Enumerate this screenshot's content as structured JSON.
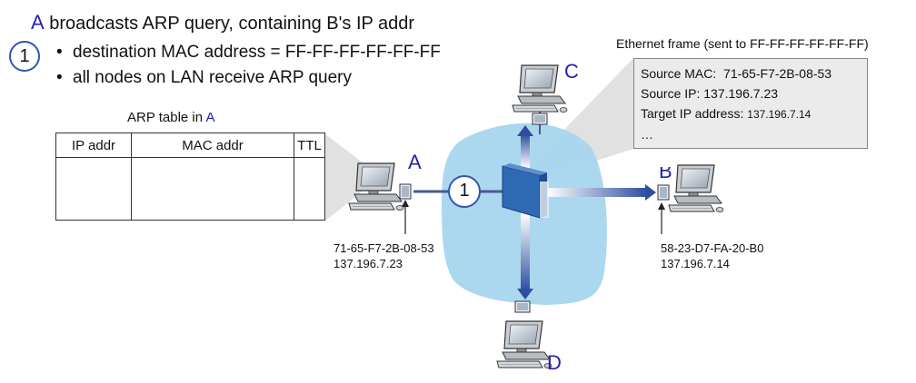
{
  "title": {
    "node_name": "A",
    "text": "broadcasts ARP query, containing B's IP addr"
  },
  "step_number": "1",
  "bullets": [
    "destination MAC address = FF-FF-FF-FF-FF-FF",
    "all nodes on LAN receive ARP query"
  ],
  "bullet_symbol": "•",
  "arp_table": {
    "caption_prefix": "ARP table in",
    "caption_node": "A",
    "headers": [
      "IP addr",
      "MAC addr",
      "TTL"
    ]
  },
  "frame": {
    "caption": "Ethernet frame (sent to FF-FF-FF-FF-FF-FF)",
    "source_mac_label": "Source MAC:",
    "source_mac": "71-65-F7-2B-08-53",
    "source_ip_label": "Source IP:",
    "source_ip": "137.196.7.23",
    "target_ip_label": "Target IP address:",
    "target_ip": "137.196.7.14",
    "ellipsis": "…"
  },
  "nodes": {
    "A": {
      "label": "A",
      "mac": "71-65-F7-2B-08-53",
      "ip": "137.196.7.23"
    },
    "B": {
      "label": "B",
      "mac": "58-23-D7-FA-20-B0",
      "ip": "137.196.7.14"
    },
    "C": {
      "label": "C"
    },
    "D": {
      "label": "D"
    }
  },
  "link_step_number": "1",
  "colors": {
    "lan_blob": "#a6d6ee",
    "switch": "#2e6ab4",
    "arrow": "#3a5aa8",
    "node_label": "#2222aa",
    "frame_box": "#ebebeb"
  }
}
